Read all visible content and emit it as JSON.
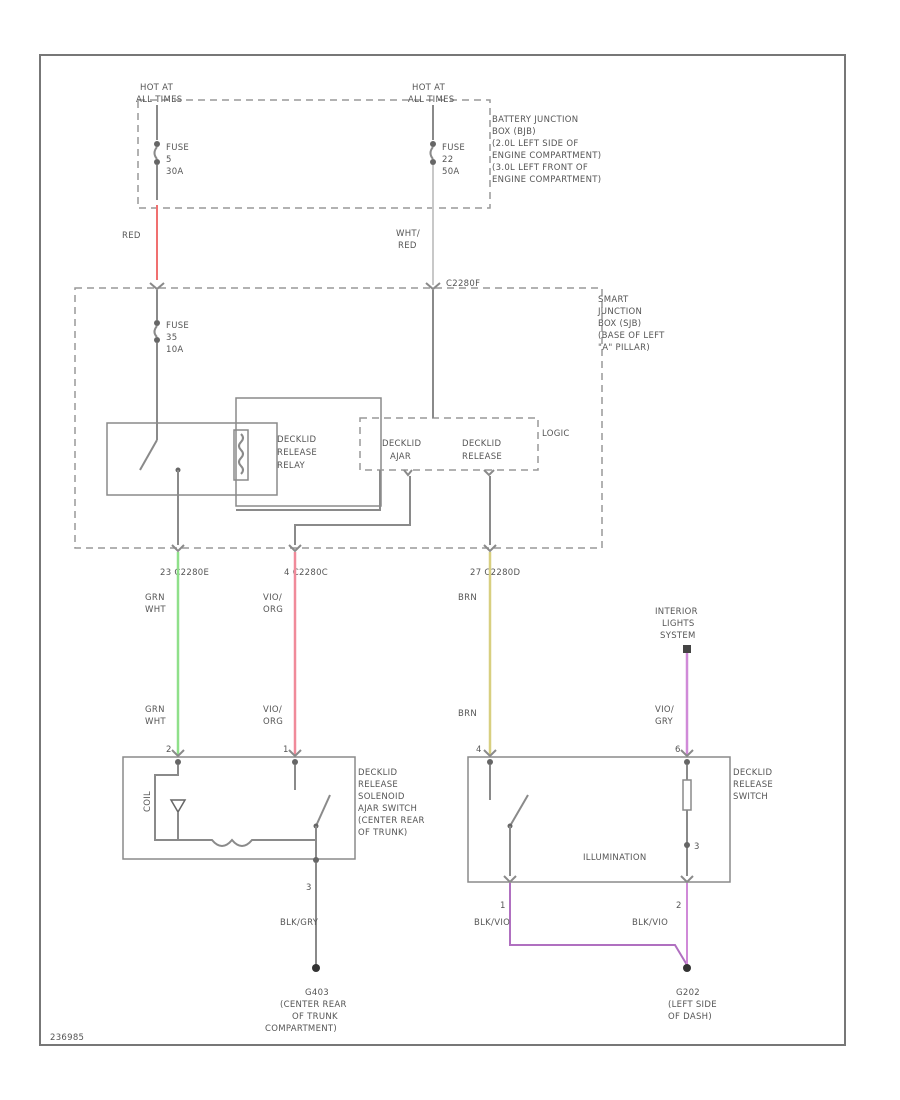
{
  "colors": {
    "red": "#f07070",
    "green": "#8fe08a",
    "pink": "#f08a9a",
    "tan": "#d8cf80",
    "violet": "#d08ad8",
    "grey": "#8a8a8a"
  },
  "diagram": {
    "hot_left": [
      "HOT AT",
      "ALL TIMES"
    ],
    "hot_right": [
      "HOT AT",
      "ALL TIMES"
    ],
    "fuse_left": [
      "FUSE",
      "5",
      "30A"
    ],
    "fuse_right": [
      "FUSE",
      "22",
      "50A"
    ],
    "bjb_label": [
      "BATTERY JUNCTION",
      "BOX (BJB)",
      "(2.0L LEFT SIDE OF",
      "ENGINE COMPARTMENT)",
      "(3.0L LEFT FRONT OF",
      "ENGINE COMPARTMENT)"
    ],
    "wire_red": "RED",
    "wire_wht_red": [
      "WHT/",
      "RED"
    ],
    "conn_c2280f": "C2280F",
    "sjb_label": [
      "SMART",
      "JUNCTION",
      "BOX (SJB)",
      "(BASE OF LEFT",
      "\"A\" PILLAR)"
    ],
    "fuse_sjb": [
      "FUSE",
      "35",
      "10A"
    ],
    "relay_label": [
      "DECKLID",
      "RELEASE",
      "RELAY"
    ],
    "logic": "LOGIC",
    "decklid_ajar": [
      "DECKLID",
      "AJAR"
    ],
    "decklid_release": [
      "DECKLID",
      "RELEASE"
    ],
    "conn1": "23   C2280E",
    "conn2": "4   C2280C",
    "conn3": "27   C2280D",
    "wire_grn_wht_1": [
      "GRN",
      "WHT"
    ],
    "wire_vio_org_1": [
      "VIO/",
      "ORG"
    ],
    "wire_brn_1": "BRN",
    "wire_grn_wht_2": [
      "GRN",
      "WHT"
    ],
    "wire_vio_org_2": [
      "VIO/",
      "ORG"
    ],
    "wire_brn_2": "BRN",
    "interior_lights": [
      "INTERIOR",
      "LIGHTS",
      "SYSTEM"
    ],
    "wire_vio_gry": [
      "VIO/",
      "GRY"
    ],
    "solenoid_label": [
      "DECKLID",
      "RELEASE",
      "SOLENOID",
      "AJAR SWITCH",
      "(CENTER REAR",
      "OF TRUNK)"
    ],
    "solenoid_text": "COIL",
    "switch_label": [
      "DECKLID",
      "RELEASE",
      "SWITCH"
    ],
    "illumination": "ILLUMINATION",
    "pin_sol_1": "2",
    "pin_sol_2": "1",
    "pin_sol_3": "3",
    "pin_sw_1": "4",
    "pin_sw_2": "6",
    "pin_sw_3": "1",
    "pin_sw_4": "2",
    "pin_sw_5": "3",
    "wire_blk_gry": "BLK/GRY",
    "wire_blk_vio_1": "BLK/VIO",
    "wire_blk_vio_2": "BLK/VIO",
    "ground_left": [
      "G403",
      "(CENTER REAR",
      "OF TRUNK",
      "COMPARTMENT)"
    ],
    "ground_right": [
      "G202",
      "(LEFT SIDE",
      "OF DASH)"
    ],
    "footer_code": "236985"
  }
}
